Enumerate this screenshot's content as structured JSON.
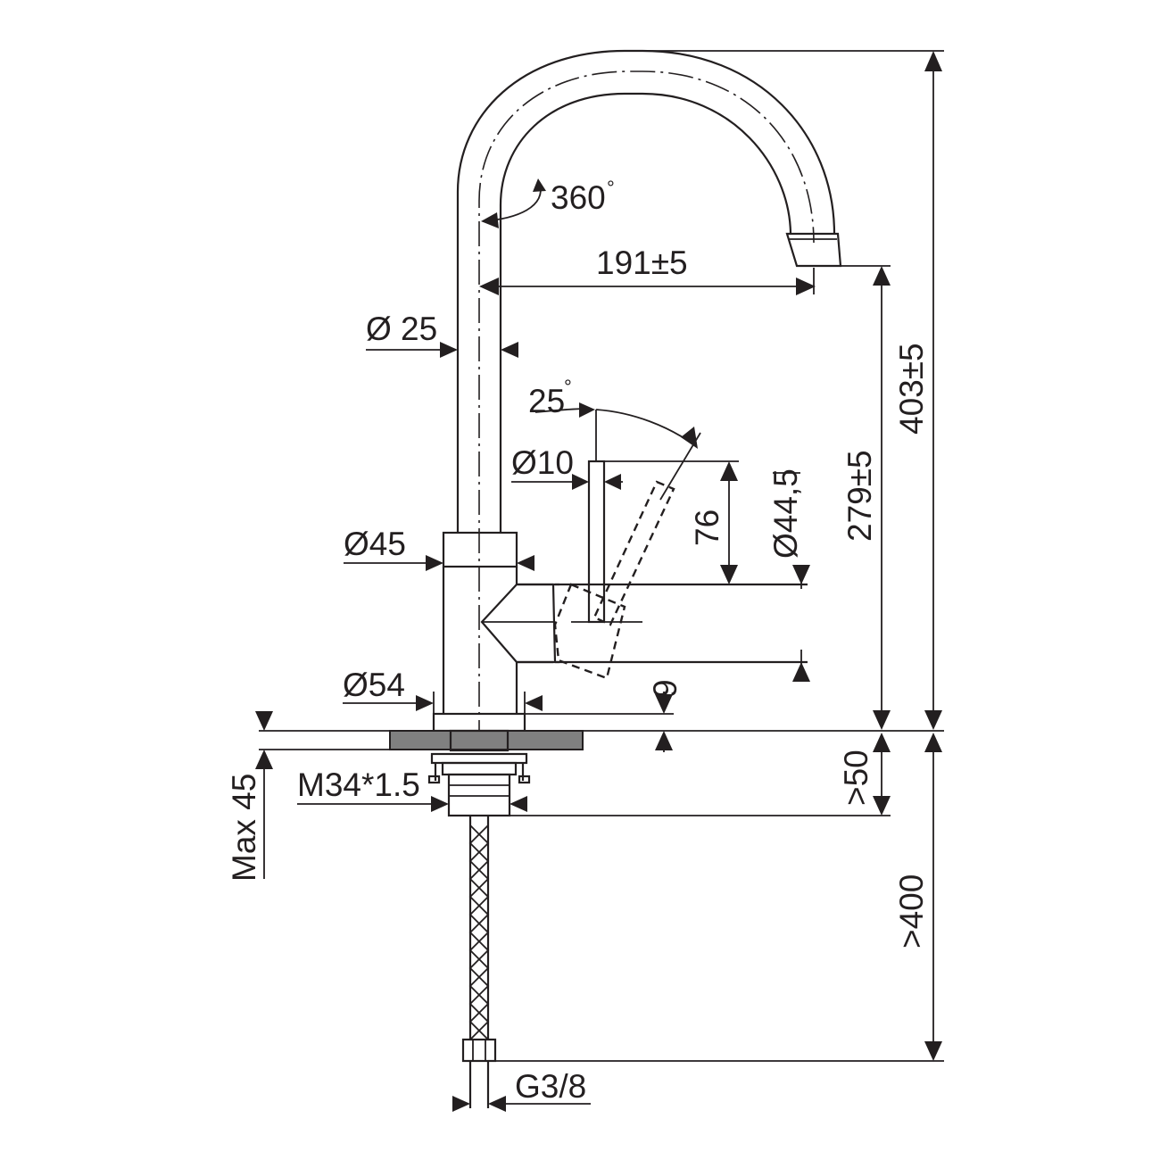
{
  "drawing": {
    "dimensions": {
      "total_height": "403±5",
      "spout_height": "279±5",
      "spout_reach": "191±5",
      "swivel_angle": "360",
      "spout_diameter": "Ø 25",
      "lever_angle": "25",
      "lever_diameter": "Ø10",
      "lever_height": "76",
      "body_depth": "Ø44,5",
      "body_diameter": "Ø45",
      "base_diameter": "Ø54",
      "base_height": "9",
      "thread": "M34*1.5",
      "deck_thickness": "Max 45",
      "below_deck_clearance": ">50",
      "hose_length": ">400",
      "connection": "G3/8"
    },
    "degree_symbol": "°",
    "colors": {
      "line": "#231f20",
      "countertop": "#808080",
      "background": "#ffffff"
    }
  }
}
